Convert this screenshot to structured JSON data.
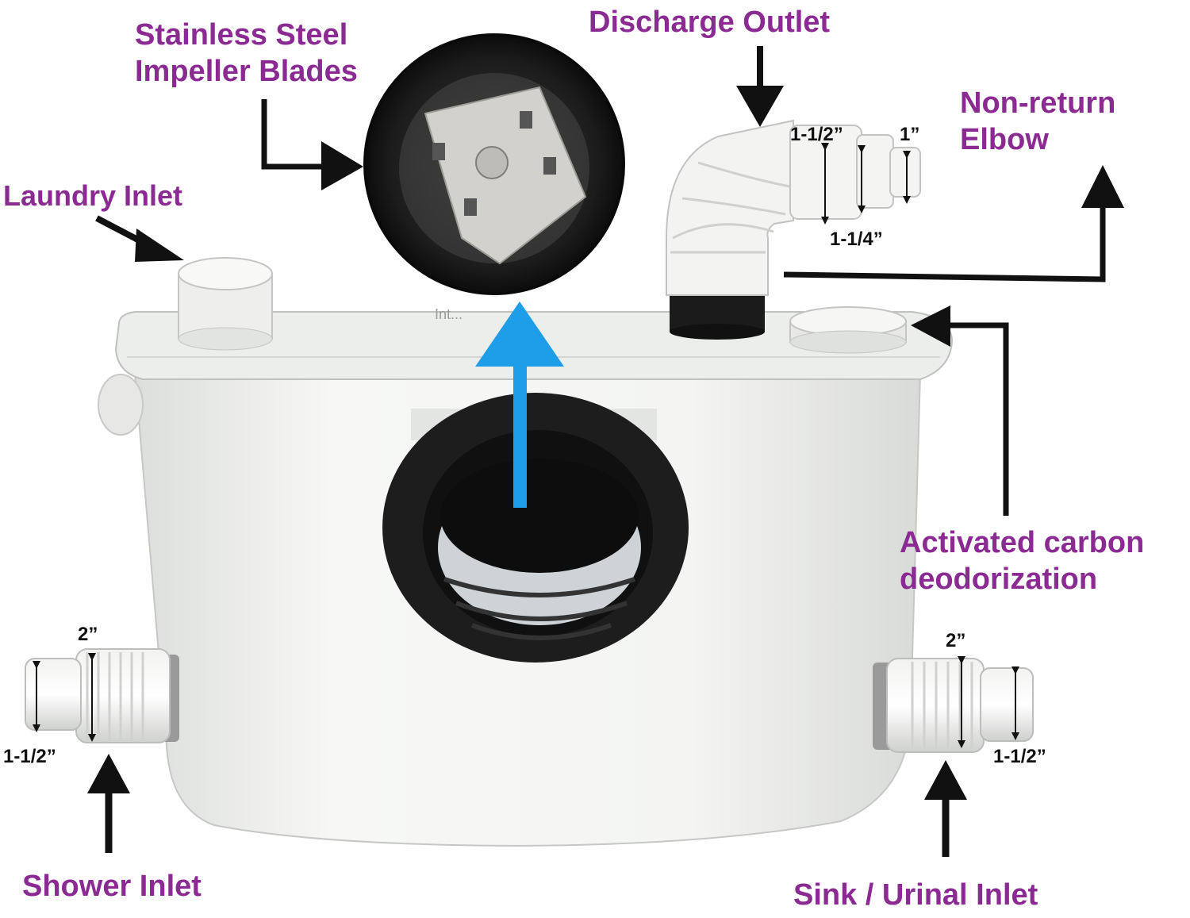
{
  "callouts": {
    "impeller": {
      "line1": "Stainless Steel",
      "line2": "Impeller Blades"
    },
    "discharge": "Discharge Outlet",
    "elbow": {
      "line1": "Non-return",
      "line2": "Elbow"
    },
    "laundry": "Laundry Inlet",
    "carbon": {
      "line1": "Activated carbon",
      "line2": "deodorization"
    },
    "shower": "Shower Inlet",
    "sink": "Sink / Urinal Inlet"
  },
  "dimensions": {
    "outlet_large": "1-1/2”",
    "outlet_small": "1”",
    "outlet_mid": "1-1/4”",
    "shower_large": "2”",
    "shower_small": "1-1/2”",
    "sink_large": "2”",
    "sink_small": "1-1/2”"
  },
  "product": {
    "brand_marking": "Int..."
  },
  "colors": {
    "label": "#8a2a92",
    "arrow": "#111111",
    "blue_arrow": "#1e9ee8",
    "unit_body": "#f1f2f0"
  }
}
